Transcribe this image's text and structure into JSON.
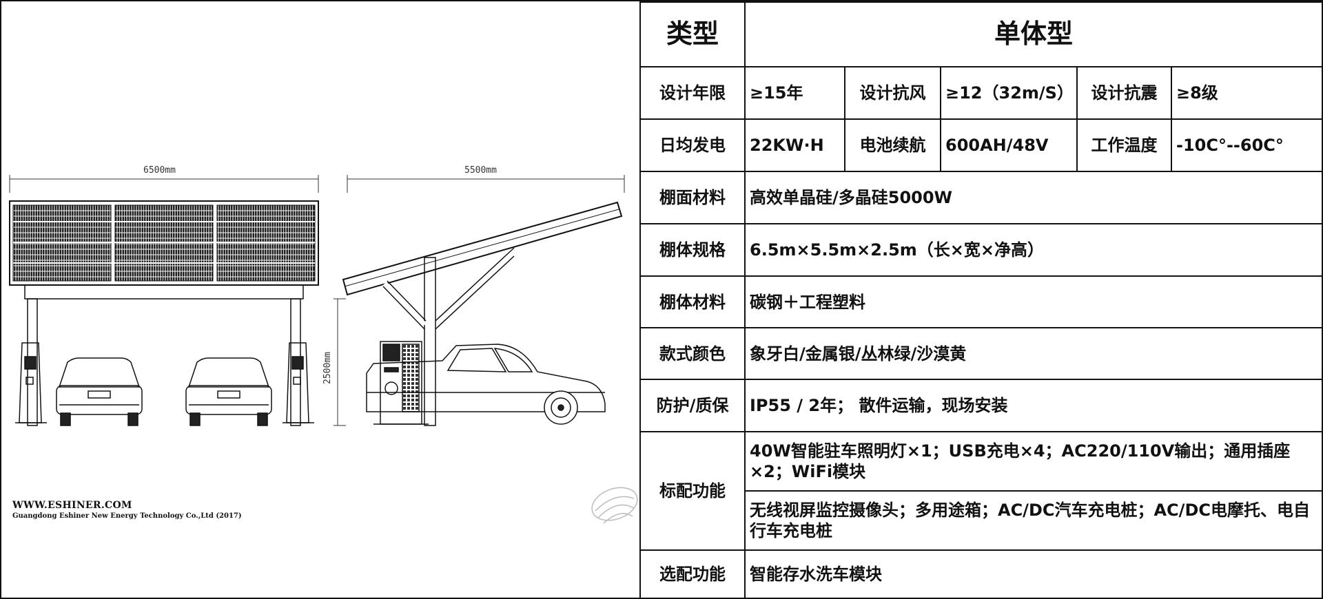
{
  "drawing": {
    "dimensions": {
      "front_width": "6500mm",
      "side_depth": "5500mm",
      "height": "2500mm"
    },
    "brand": {
      "url": "WWW.ESHINER.COM",
      "company": "Guangdong Eshiner New Energy Technology Co.,Ltd (2017)"
    }
  },
  "spec": {
    "type_label": "类型",
    "type_value": "单体型",
    "design_life_label": "设计年限",
    "design_life_value": "≥15年",
    "wind_label": "设计抗风",
    "wind_value": "≥12（32m/S）",
    "seismic_label": "设计抗震",
    "seismic_value": "≥8级",
    "daily_gen_label": "日均发电",
    "daily_gen_value": "22KW·H",
    "battery_label": "电池续航",
    "battery_value": "600AH/48V",
    "temp_label": "工作温度",
    "temp_value": "-10C°--60C°",
    "canopy_material_label": "棚面材料",
    "canopy_material_value": "高效单晶硅/多晶硅5000W",
    "size_label": "棚体规格",
    "size_value": "6.5m×5.5m×2.5m（长×宽×净高）",
    "body_material_label": "棚体材料",
    "body_material_value": "碳钢＋工程塑料",
    "color_label": "款式颜色",
    "color_value": "象牙白/金属银/丛林绿/沙漠黄",
    "protection_label": "防护/质保",
    "protection_value": "IP55 / 2年； 散件运输，现场安装",
    "standard_label": "标配功能",
    "standard_value_1": "40W智能驻车照明灯×1；USB充电×4；AC220/110V输出；通用插座×2；WiFi模块",
    "standard_value_2": "无线视屏监控摄像头；多用途箱；AC/DC汽车充电桩；AC/DC电摩托、电自行车充电桩",
    "optional_label": "选配功能",
    "optional_value": "智能存水洗车模块"
  }
}
